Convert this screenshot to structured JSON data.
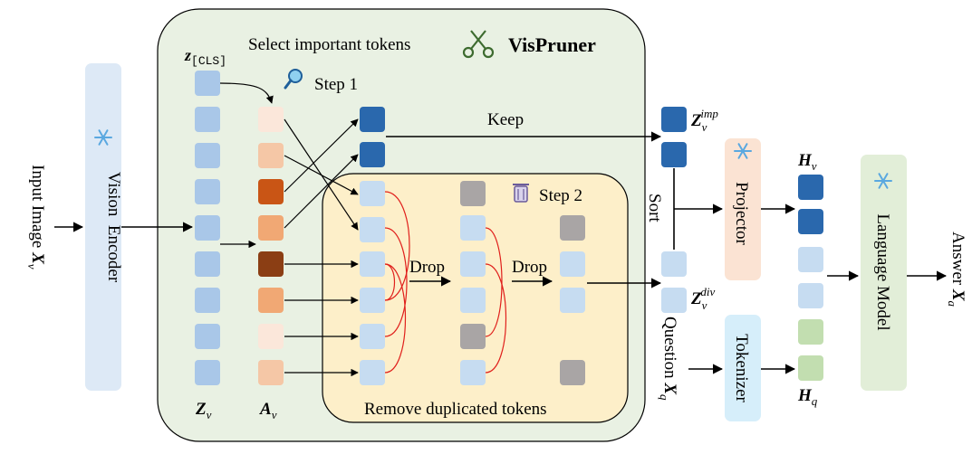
{
  "title": {
    "select_label": "Select important tokens",
    "method_name": "VisPruner"
  },
  "labels": {
    "input_image_text": "Input Image ",
    "input_image_sym": "X",
    "input_image_sub": "v",
    "vision_encoder": "Vision  Encoder",
    "zcls_sym": "z",
    "zcls_sub": "[CLS]",
    "step1": "Step 1",
    "step2": "Step 2",
    "keep": "Keep",
    "drop1": "Drop",
    "drop2": "Drop",
    "remove_dup": "Remove duplicated tokens",
    "zv_sym": "Z",
    "zv_sub": "v",
    "av_sym": "A",
    "av_sub": "v",
    "zimp_sym": "Z",
    "zimp_sub": "v",
    "zimp_sup": "imp",
    "zdiv_sym": "Z",
    "zdiv_sub": "v",
    "zdiv_sup": "div",
    "sort": "Sort",
    "question_text": "Question ",
    "question_sym": "X",
    "question_sub": "q",
    "projector": "Projector",
    "tokenizer": "Tokenizer",
    "hv_sym": "H",
    "hv_sub": "v",
    "hq_sym": "H",
    "hq_sub": "q",
    "language_model": "Language Model",
    "answer_text": "Answer ",
    "answer_sym": "X",
    "answer_sub": "a"
  },
  "icons": {
    "scissors": "scissors-icon",
    "magnifier": "magnifier-icon",
    "trash": "trash-icon",
    "snowflake": "snowflake-icon"
  },
  "colors": {
    "outer_panel": "#e9f1e3",
    "inner_panel": "#fdefc9",
    "token_blue": "#a9c7e8",
    "token_light_blue": "#c6dcf1",
    "token_dark_blue": "#2a68ad",
    "token_gray": "#a9a5a5",
    "token_green": "#c2deb0",
    "projector": "#fbe3d3",
    "tokenizer": "#d6eefa",
    "language_model": "#e2eed8",
    "vision_encoder": "#dde9f6",
    "drop_arc": "#e0201c",
    "attention_shades": [
      "#fbe7da",
      "#f5c7a6",
      "#c95515",
      "#f1a874",
      "#8b3e14",
      "#f1a874",
      "#fbe7da",
      "#f5c7a6"
    ]
  }
}
